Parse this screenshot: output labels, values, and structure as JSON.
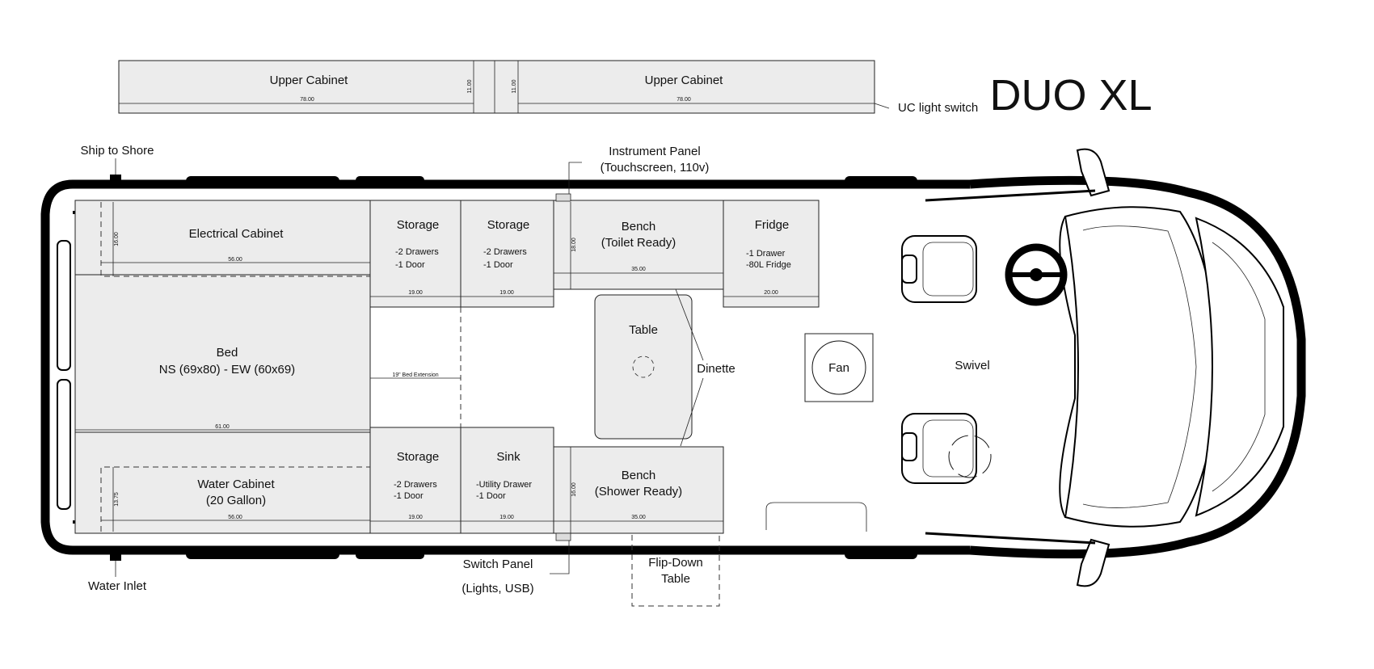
{
  "title": "DUO XL",
  "upper_cabinets": {
    "left": {
      "label": "Upper Cabinet",
      "width_dim": "78.00",
      "depth_dim": "11.00"
    },
    "right": {
      "label": "Upper Cabinet",
      "width_dim": "78.00",
      "depth_dim": "11.00"
    },
    "switch_label": "UC light switch"
  },
  "callouts": {
    "ship_to_shore": "Ship to Shore",
    "water_inlet": "Water Inlet",
    "instrument_panel": [
      "Instrument Panel",
      "(Touchscreen, 110v)"
    ],
    "switch_panel": [
      "Switch Panel",
      "(Lights, USB)"
    ],
    "flip_down_table": [
      "Flip-Down",
      "Table"
    ],
    "dinette": "Dinette",
    "fan": "Fan",
    "swivel": "Swivel",
    "table": "Table"
  },
  "modules": {
    "electrical_cabinet": {
      "label": "Electrical Cabinet",
      "width_dim": "56.00",
      "depth_dim": "16.00"
    },
    "bed": {
      "label": "Bed",
      "sub": "NS (69x80) - EW (60x69)",
      "width_dim": "61.00",
      "extension": "19\" Bed Extension"
    },
    "water_cabinet": {
      "label": "Water Cabinet",
      "sub": "(20 Gallon)",
      "width_dim": "56.00",
      "depth_dim": "13.75"
    },
    "storage_top_1": {
      "label": "Storage",
      "details": [
        "-2 Drawers",
        "-1 Door"
      ],
      "width_dim": "19.00"
    },
    "storage_top_2": {
      "label": "Storage",
      "details": [
        "-2 Drawers",
        "-1 Door"
      ],
      "width_dim": "19.00"
    },
    "storage_bottom": {
      "label": "Storage",
      "details": [
        "-2 Drawers",
        "-1 Door"
      ],
      "width_dim": "19.00"
    },
    "sink": {
      "label": "Sink",
      "details": [
        "-Utility Drawer",
        "-1 Door"
      ],
      "width_dim": "19.00"
    },
    "bench_top": {
      "label": "Bench",
      "sub": "(Toilet Ready)",
      "width_dim": "35.00",
      "depth_dim": "18.00"
    },
    "bench_bottom": {
      "label": "Bench",
      "sub": "(Shower Ready)",
      "width_dim": "35.00",
      "depth_dim": "16.00"
    },
    "fridge": {
      "label": "Fridge",
      "details": [
        "-1 Drawer",
        "-80L Fridge"
      ],
      "width_dim": "20.00"
    }
  }
}
